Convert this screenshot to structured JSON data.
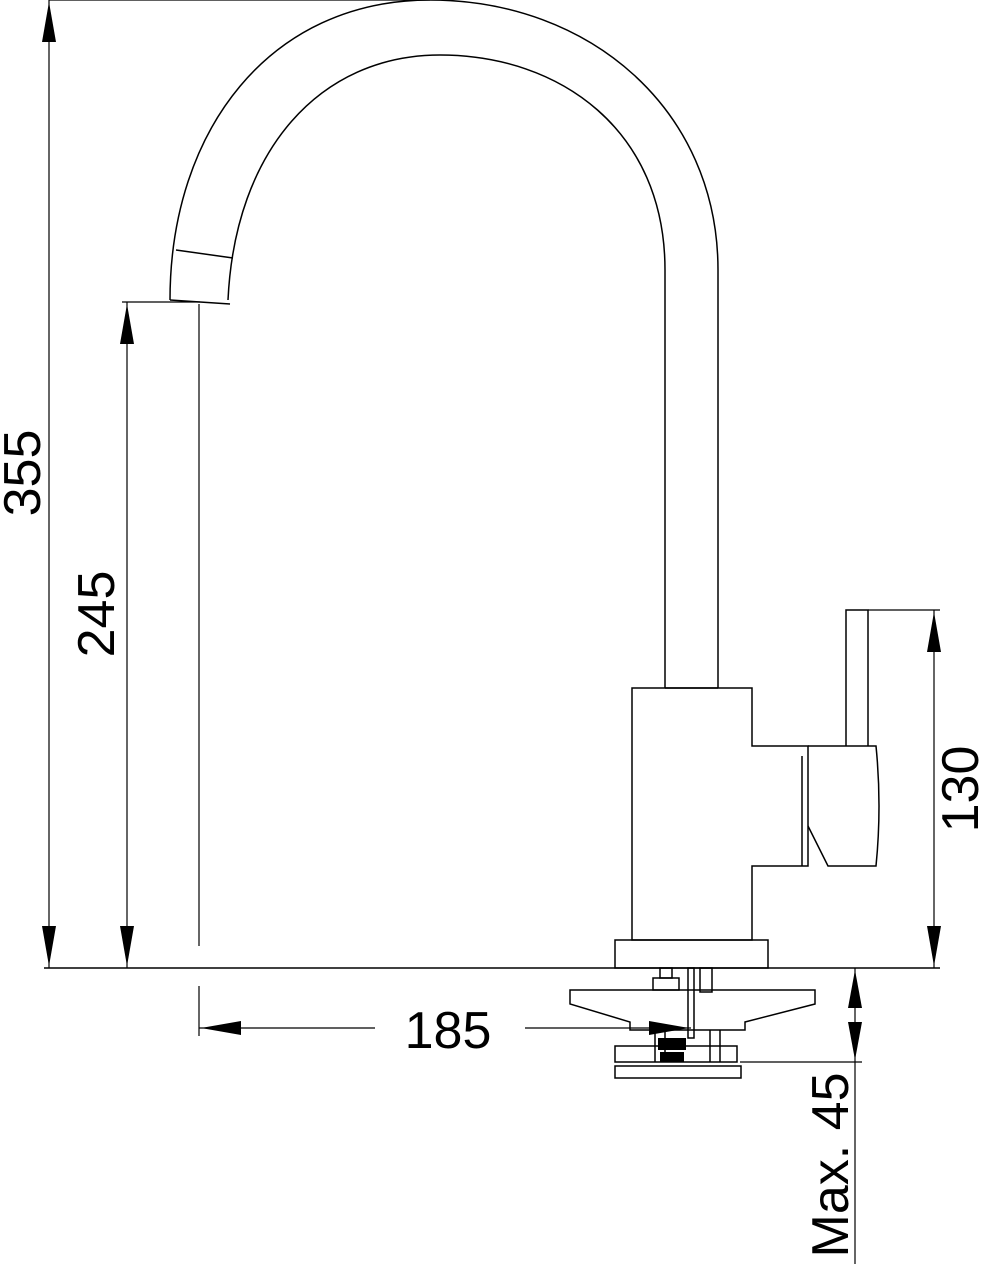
{
  "dimensions": {
    "total_height": "355",
    "spout_height": "245",
    "handle_height": "130",
    "spout_reach": "185",
    "max_thickness": "Max. 45"
  }
}
